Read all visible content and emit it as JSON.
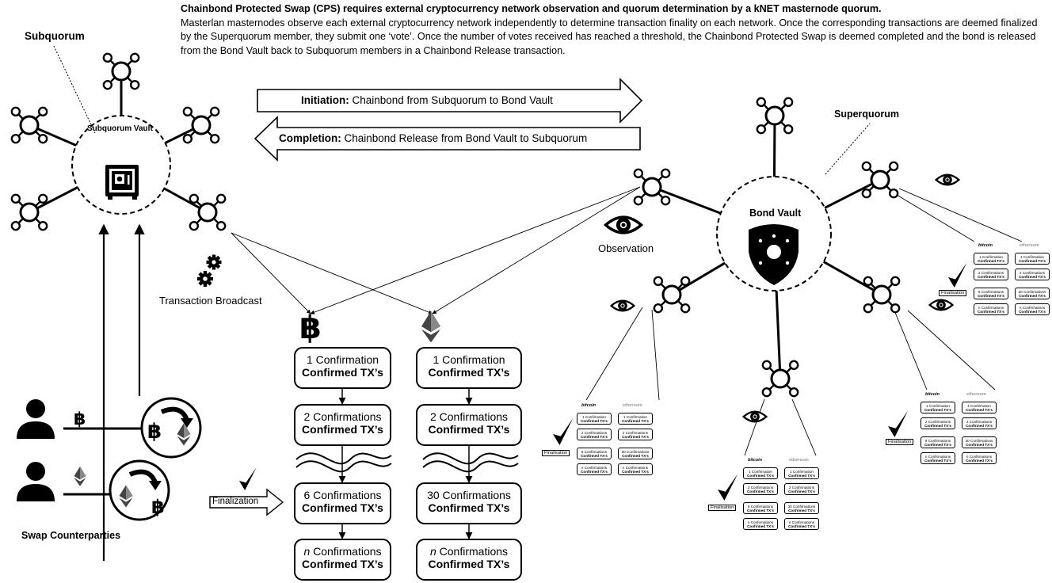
{
  "header": {
    "title": "Chainbond Protected Swap (CPS) requires external cryptocurrency network observation and quorum determination by a kNET masternode quorum.",
    "body": "Masterlan masternodes observe each external cryptocurrency network independently to determine transaction finality on each network. Once the corresponding transactions are deemed finalized by the Superquorum member, they submit one ‘vote’. Once the number of votes received has reached a threshold, the Chainbond Protected Swap is deemed completed and the bond is released from the Bond Vault back to Subquorum members in a Chainbond Release transaction."
  },
  "labels": {
    "subquorum": "Subquorum",
    "subquorum_vault": "Subquorum Vault",
    "superquorum": "Superquorum",
    "bond_vault": "Bond Vault",
    "observation": "Observation",
    "transaction_broadcast": "Transaction Broadcast",
    "swap_counterparties": "Swap Counterparties",
    "finalization": "Finalization"
  },
  "arrows": {
    "initiation_bold": "Initiation:",
    "initiation_text": " Chainbond from Subquorum to Bond Vault",
    "completion_bold": "Completion:",
    "completion_text": " Chainbond Release from Bond Vault to Subquorum"
  },
  "confirmations": {
    "confirmed": "Confirmed TX’s",
    "btc": [
      "1 Confirmation",
      "2 Confirmations",
      "6 Confirmations",
      "n Confirmations"
    ],
    "eth": [
      "1 Confirmation",
      "2 Confirmations",
      "30 Confirmations",
      "n Confirmations"
    ]
  },
  "small_panels": {
    "bitcoin_label": "bitcoin",
    "ethereum_label": "ethereum",
    "finalisation": "Finalisation",
    "confirmed": "Confirmed TX’s",
    "btc": [
      "1 Confirmation",
      "2 Confirmations",
      "6 Confirmations",
      "n Confirmations"
    ],
    "eth": [
      "1 Confirmation",
      "2 Confirmations",
      "30 Confirmations",
      "n Confirmations"
    ]
  }
}
